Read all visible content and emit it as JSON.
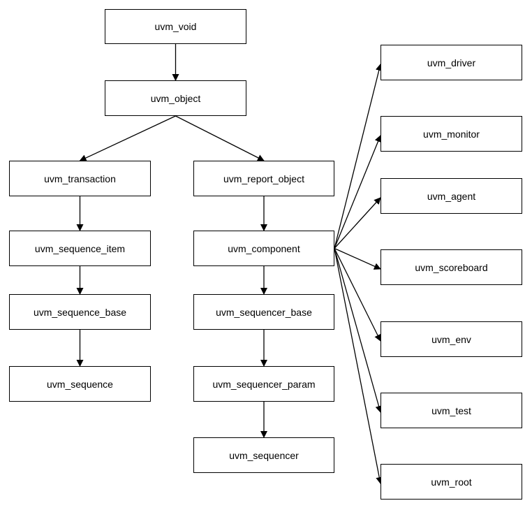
{
  "nodes": [
    {
      "id": "uvm_void",
      "label": "uvm_void"
    },
    {
      "id": "uvm_object",
      "label": "uvm_object"
    },
    {
      "id": "uvm_transaction",
      "label": "uvm_transaction"
    },
    {
      "id": "uvm_report_object",
      "label": "uvm_report_object"
    },
    {
      "id": "uvm_sequence_item",
      "label": "uvm_sequence_item"
    },
    {
      "id": "uvm_sequence_base",
      "label": "uvm_sequence_base"
    },
    {
      "id": "uvm_sequence",
      "label": "uvm_sequence"
    },
    {
      "id": "uvm_component",
      "label": "uvm_component"
    },
    {
      "id": "uvm_sequencer_base",
      "label": "uvm_sequencer_base"
    },
    {
      "id": "uvm_sequencer_param",
      "label": "uvm_sequencer_param"
    },
    {
      "id": "uvm_sequencer",
      "label": "uvm_sequencer"
    },
    {
      "id": "uvm_driver",
      "label": "uvm_driver"
    },
    {
      "id": "uvm_monitor",
      "label": "uvm_monitor"
    },
    {
      "id": "uvm_agent",
      "label": "uvm_agent"
    },
    {
      "id": "uvm_scoreboard",
      "label": "uvm_scoreboard"
    },
    {
      "id": "uvm_env",
      "label": "uvm_env"
    },
    {
      "id": "uvm_test",
      "label": "uvm_test"
    },
    {
      "id": "uvm_root",
      "label": "uvm_root"
    }
  ],
  "edges": [
    {
      "from": "uvm_void",
      "to": "uvm_object"
    },
    {
      "from": "uvm_object",
      "to": "uvm_transaction"
    },
    {
      "from": "uvm_object",
      "to": "uvm_report_object"
    },
    {
      "from": "uvm_transaction",
      "to": "uvm_sequence_item"
    },
    {
      "from": "uvm_sequence_item",
      "to": "uvm_sequence_base"
    },
    {
      "from": "uvm_sequence_base",
      "to": "uvm_sequence"
    },
    {
      "from": "uvm_report_object",
      "to": "uvm_component"
    },
    {
      "from": "uvm_component",
      "to": "uvm_sequencer_base"
    },
    {
      "from": "uvm_sequencer_base",
      "to": "uvm_sequencer_param"
    },
    {
      "from": "uvm_sequencer_param",
      "to": "uvm_sequencer"
    },
    {
      "from": "uvm_component",
      "to": "uvm_driver"
    },
    {
      "from": "uvm_component",
      "to": "uvm_monitor"
    },
    {
      "from": "uvm_component",
      "to": "uvm_agent"
    },
    {
      "from": "uvm_component",
      "to": "uvm_scoreboard"
    },
    {
      "from": "uvm_component",
      "to": "uvm_env"
    },
    {
      "from": "uvm_component",
      "to": "uvm_test"
    },
    {
      "from": "uvm_component",
      "to": "uvm_root"
    }
  ]
}
